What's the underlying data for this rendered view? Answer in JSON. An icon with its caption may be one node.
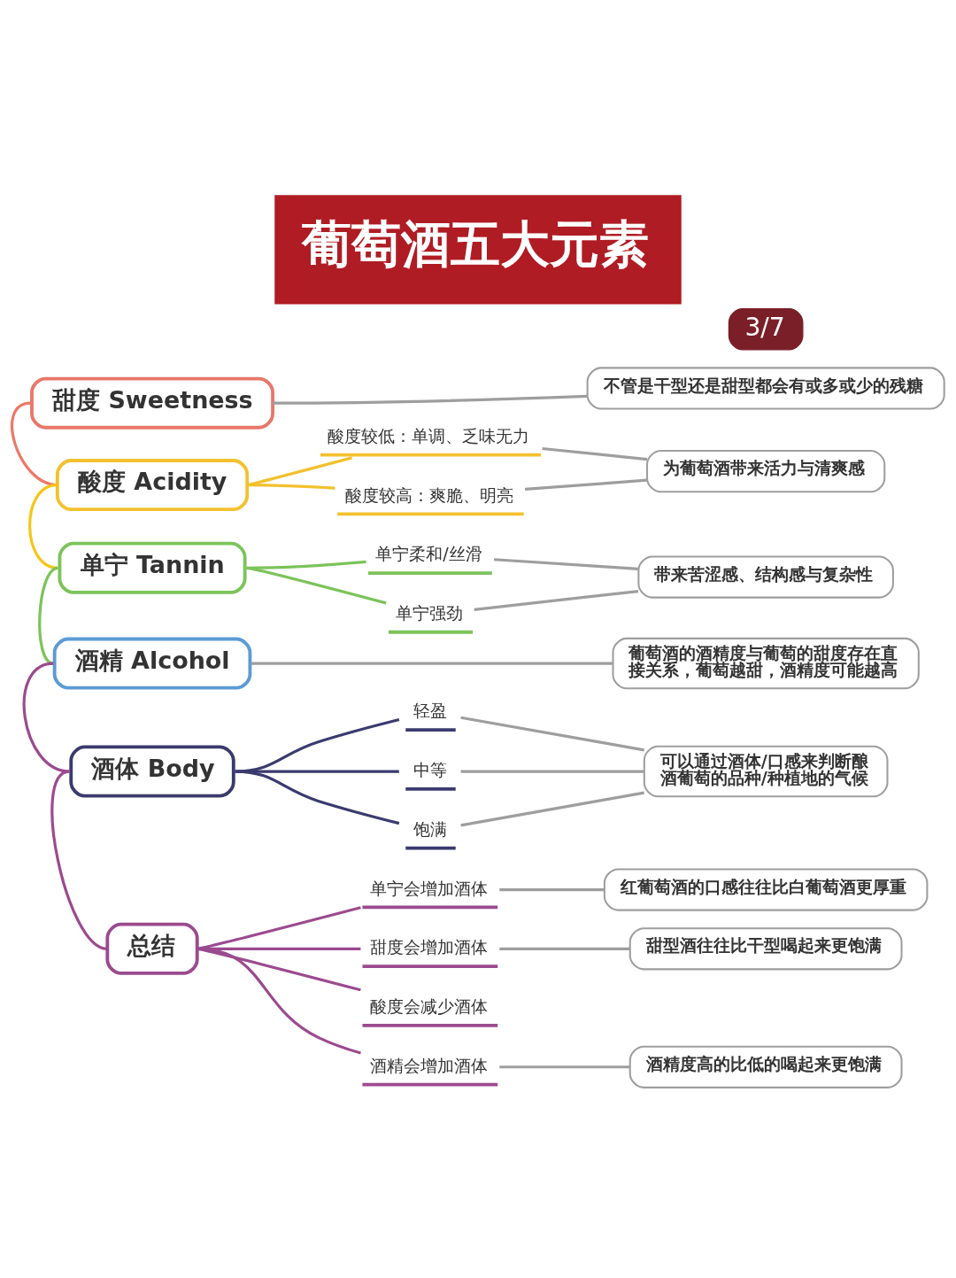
{
  "diagram": {
    "title": "葡萄酒五大元素",
    "nodes": [
      {
        "text": [
          "3/7"
        ]
      },
      {
        "text": [
          "甜度 Sweetness"
        ]
      },
      {
        "text": [
          "不管是干型还是甜型都会有或多或少的残糖"
        ]
      },
      {
        "text": [
          "酸度 Acidity"
        ]
      },
      {
        "text": [
          "酸度较低：单调、乏味无力"
        ]
      },
      {
        "text": [
          "酸度较高：爽脆、明亮"
        ]
      },
      {
        "text": [
          "为葡萄酒带来活力与清爽感"
        ]
      },
      {
        "text": [
          "单宁 Tannin"
        ]
      },
      {
        "text": [
          "单宁柔和/丝滑"
        ]
      },
      {
        "text": [
          "单宁强劲"
        ]
      },
      {
        "text": [
          "带来苦涩感、结构感与复杂性"
        ]
      },
      {
        "text": [
          "酒精 Alcohol"
        ]
      },
      {
        "text": [
          "葡萄酒的酒精度与葡萄的甜度存在直接关系，葡萄越甜，酒精度可能越高"
        ]
      },
      {
        "text": [
          "酒体 Body"
        ]
      },
      {
        "text": [
          "轻盈"
        ]
      },
      {
        "text": [
          "中等"
        ]
      },
      {
        "text": [
          "饱满"
        ]
      },
      {
        "text": [
          "可以通过酒体/口感来判断酿酒葡萄的品种/种植地的气候"
        ]
      },
      {
        "text": [
          "总结"
        ]
      },
      {
        "text": [
          "单宁会增加酒体"
        ]
      },
      {
        "text": [
          "红葡萄酒的口感往往比白葡萄酒更厚重"
        ]
      },
      {
        "text": [
          "甜度会增加酒体"
        ]
      },
      {
        "text": [
          "甜型酒往往比干型喝起来更饱满"
        ]
      },
      {
        "text": [
          "酸度会减少酒体"
        ]
      },
      {
        "text": [
          "酒精会增加酒体"
        ]
      },
      {
        "text": [
          "酒精度高的比低的喝起来更饱满"
        ]
      }
    ],
    "edges": [
      {
        "from": 1,
        "to": 3,
        "arrow": "none",
        "color": "#ee7766"
      },
      {
        "from": 3,
        "to": 7,
        "arrow": "none",
        "color": "#f5c518"
      },
      {
        "from": 7,
        "to": 11,
        "arrow": "none",
        "color": "#7cc35a"
      },
      {
        "from": 11,
        "to": 13,
        "arrow": "none",
        "color": "#9b4a8f"
      },
      {
        "from": 13,
        "to": 18,
        "arrow": "none",
        "color": "#9b4a8f"
      },
      {
        "from": 1,
        "to": 2,
        "arrow": "none",
        "color": "#9e9e9e"
      },
      {
        "from": 3,
        "to": 4,
        "arrow": "none",
        "color": "#f2c12e"
      },
      {
        "from": 3,
        "to": 5,
        "arrow": "none",
        "color": "#f2c12e"
      },
      {
        "from": 4,
        "to": 6,
        "arrow": "none",
        "color": "#9e9e9e"
      },
      {
        "from": 5,
        "to": 6,
        "arrow": "none",
        "color": "#9e9e9e"
      },
      {
        "from": 7,
        "to": 8,
        "arrow": "none",
        "color": "#7cc35a"
      },
      {
        "from": 7,
        "to": 9,
        "arrow": "none",
        "color": "#7cc35a"
      },
      {
        "from": 8,
        "to": 10,
        "arrow": "none",
        "color": "#9e9e9e"
      },
      {
        "from": 9,
        "to": 10,
        "arrow": "none",
        "color": "#9e9e9e"
      },
      {
        "from": 11,
        "to": 12,
        "arrow": "none",
        "color": "#9e9e9e"
      },
      {
        "from": 13,
        "to": 14,
        "arrow": "none",
        "color": "#3b3a6e"
      },
      {
        "from": 13,
        "to": 15,
        "arrow": "none",
        "color": "#3b3a6e"
      },
      {
        "from": 13,
        "to": 16,
        "arrow": "none",
        "color": "#3b3a6e"
      },
      {
        "from": 14,
        "to": 17,
        "arrow": "none",
        "color": "#9e9e9e"
      },
      {
        "from": 15,
        "to": 17,
        "arrow": "none",
        "color": "#9e9e9e"
      },
      {
        "from": 16,
        "to": 17,
        "arrow": "none",
        "color": "#9e9e9e"
      },
      {
        "from": 18,
        "to": 19,
        "arrow": "none",
        "color": "#9b4a8f"
      },
      {
        "from": 18,
        "to": 21,
        "arrow": "none",
        "color": "#9b4a8f"
      },
      {
        "from": 18,
        "to": 23,
        "arrow": "none",
        "color": "#9b4a8f"
      },
      {
        "from": 18,
        "to": 24,
        "arrow": "none",
        "color": "#9b4a8f"
      },
      {
        "from": 19,
        "to": 20,
        "arrow": "none",
        "color": "#9e9e9e"
      },
      {
        "from": 21,
        "to": 22,
        "arrow": "none",
        "color": "#9e9e9e"
      },
      {
        "from": 24,
        "to": 25,
        "arrow": "none",
        "color": "#9e9e9e"
      }
    ]
  }
}
